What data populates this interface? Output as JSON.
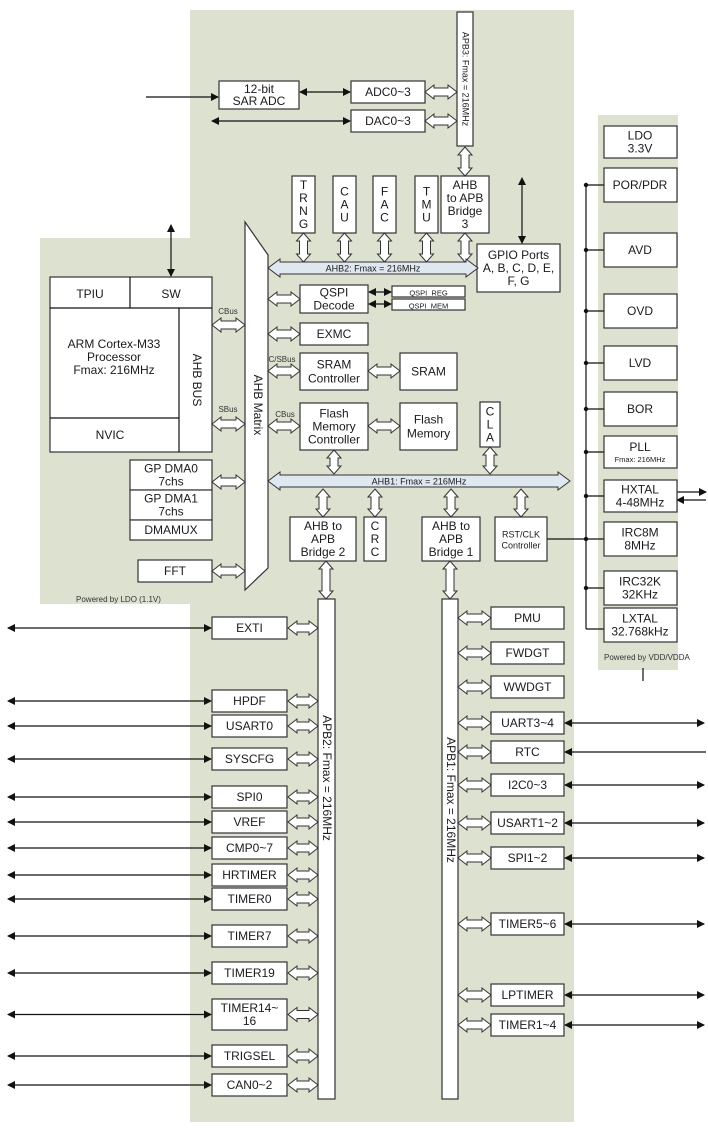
{
  "diagram": {
    "regions": {
      "core_domain_label": "Powered by LDO (1.1V)",
      "backup_domain_label": "Powered by VDD/VDDA"
    },
    "buses": {
      "apb3": "APB3: Fmax = 216MHz",
      "ahb2": "AHB2: Fmax = 216MHz",
      "ahb1": "AHB1: Fmax = 216MHz",
      "apb2": "APB2: Fmax = 216MHz",
      "apb1": "APB1: Fmax = 216MHz",
      "ahb_matrix": "AHB Matrix",
      "ahb_bus": "AHB BUS"
    },
    "bus_labels": {
      "cbus_cpu": "CBus",
      "sbus_cpu": "SBus",
      "csbus_sram": "C/SBus",
      "cbus_flash": "CBus"
    },
    "analog": {
      "sar_adc": [
        "12-bit",
        "SAR ADC"
      ],
      "adc": "ADC0~3",
      "dac": "DAC0~3"
    },
    "ahb2_peripherals": [
      {
        "id": "trng",
        "letters": [
          "T",
          "R",
          "N",
          "G"
        ]
      },
      {
        "id": "cau",
        "letters": [
          "C",
          "A",
          "U"
        ]
      },
      {
        "id": "fac",
        "letters": [
          "F",
          "A",
          "C"
        ]
      },
      {
        "id": "tmu",
        "letters": [
          "T",
          "M",
          "U"
        ]
      }
    ],
    "bridge3": [
      "AHB",
      "to APB",
      "Bridge",
      "3"
    ],
    "gpio": [
      "GPIO Ports",
      "A, B, C, D, E,",
      "F, G"
    ],
    "cpu": {
      "tpiu": "TPIU",
      "sw": "SW",
      "core": [
        "ARM Cortex-M33",
        "Processor",
        "Fmax: 216MHz"
      ],
      "nvic": "NVIC"
    },
    "memory": {
      "qspi": [
        "QSPI",
        "Decode"
      ],
      "qspi_reg": "QSPI_REG",
      "qspi_mem": "QSPI_MEM",
      "exmc": "EXMC",
      "sram_ctrl": [
        "SRAM",
        "Controller"
      ],
      "sram": "SRAM",
      "flash_ctrl": [
        "Flash",
        "Memory",
        "Controller"
      ],
      "flash": [
        "Flash",
        "Memory"
      ],
      "cla": [
        "C",
        "L",
        "A"
      ]
    },
    "dma": {
      "dma0": [
        "GP DMA0",
        "7chs"
      ],
      "dma1": [
        "GP DMA1",
        "7chs"
      ],
      "dmamux": "DMAMUX",
      "fft": "FFT"
    },
    "ahb1_blocks": {
      "bridge2": [
        "AHB to",
        "APB",
        "Bridge 2"
      ],
      "crc": [
        "C",
        "R",
        "C"
      ],
      "bridge1": [
        "AHB to",
        "APB",
        "Bridge 1"
      ],
      "rstclk": [
        "RST/CLK",
        "Controller"
      ]
    },
    "power_clock": [
      {
        "id": "ldo",
        "lines": [
          "LDO",
          "3.3V"
        ]
      },
      {
        "id": "por",
        "lines": [
          "POR/PDR"
        ]
      },
      {
        "id": "avd",
        "lines": [
          "AVD"
        ]
      },
      {
        "id": "ovd",
        "lines": [
          "OVD"
        ]
      },
      {
        "id": "lvd",
        "lines": [
          "LVD"
        ]
      },
      {
        "id": "bor",
        "lines": [
          "BOR"
        ]
      },
      {
        "id": "pll",
        "lines": [
          "PLL",
          "Fmax: 216MHz"
        ]
      },
      {
        "id": "hxtal",
        "lines": [
          "HXTAL",
          "4-48MHz"
        ]
      },
      {
        "id": "irc8m",
        "lines": [
          "IRC8M",
          "8MHz"
        ]
      },
      {
        "id": "irc32k",
        "lines": [
          "IRC32K",
          "32KHz"
        ]
      },
      {
        "id": "lxtal",
        "lines": [
          "LXTAL",
          "32.768kHz"
        ]
      }
    ],
    "apb2_peripherals": [
      {
        "lines": [
          "EXTI"
        ]
      },
      {
        "lines": [
          "HPDF"
        ]
      },
      {
        "lines": [
          "USART0"
        ]
      },
      {
        "lines": [
          "SYSCFG"
        ]
      },
      {
        "lines": [
          "SPI0"
        ]
      },
      {
        "lines": [
          "VREF"
        ]
      },
      {
        "lines": [
          "CMP0~7"
        ]
      },
      {
        "lines": [
          "HRTIMER"
        ]
      },
      {
        "lines": [
          "TIMER0"
        ]
      },
      {
        "lines": [
          "TIMER7"
        ]
      },
      {
        "lines": [
          "TIMER19"
        ]
      },
      {
        "lines": [
          "TIMER14~",
          "16"
        ]
      },
      {
        "lines": [
          "TRIGSEL"
        ]
      },
      {
        "lines": [
          "CAN0~2"
        ]
      }
    ],
    "apb1_peripherals": [
      {
        "lines": [
          "PMU"
        ],
        "ext": "none"
      },
      {
        "lines": [
          "FWDGT"
        ],
        "ext": "none"
      },
      {
        "lines": [
          "WWDGT"
        ],
        "ext": "none"
      },
      {
        "lines": [
          "UART3~4"
        ],
        "ext": "both"
      },
      {
        "lines": [
          "RTC"
        ],
        "ext": "in"
      },
      {
        "lines": [
          "I2C0~3"
        ],
        "ext": "both"
      },
      {
        "lines": [
          "USART1~2"
        ],
        "ext": "both"
      },
      {
        "lines": [
          "SPI1~2"
        ],
        "ext": "both"
      },
      {
        "lines": [
          "TIMER5~6"
        ],
        "ext": "both"
      },
      {
        "lines": [
          "LPTIMER"
        ],
        "ext": "both"
      },
      {
        "lines": [
          "TIMER1~4"
        ],
        "ext": "both"
      }
    ]
  }
}
